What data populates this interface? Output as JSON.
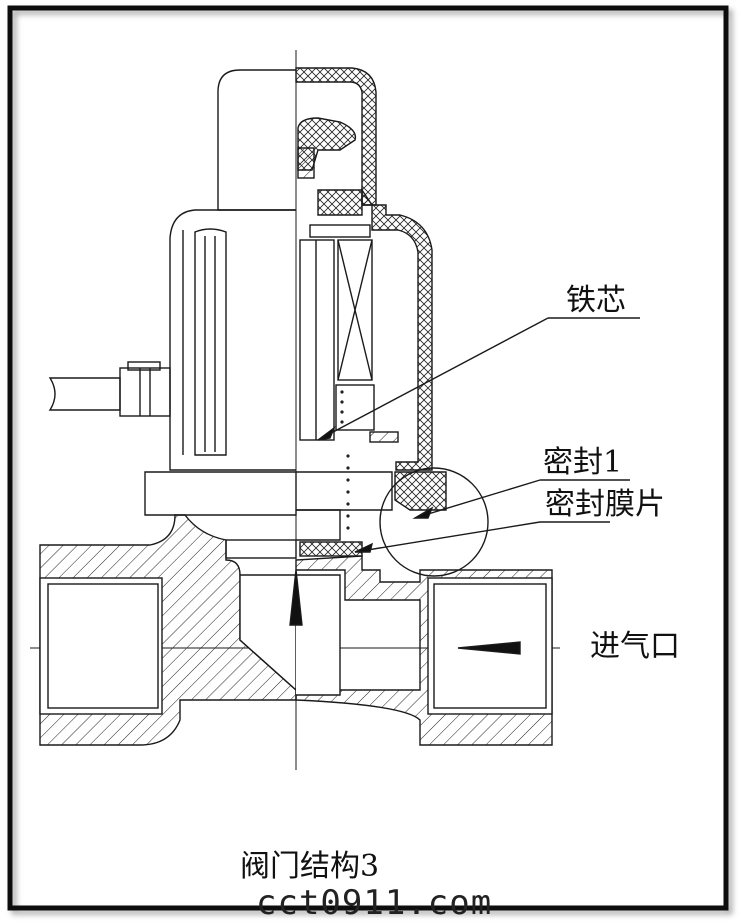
{
  "labels": {
    "iron_core": "铁芯",
    "seal_1": "密封1",
    "seal_diaphragm": "密封膜片",
    "gas_inlet": "进气口"
  },
  "caption": "阀门结构3",
  "watermark": "cct0911.com",
  "colors": {
    "line": "#1a1a1a",
    "background": "#ffffff",
    "frame": "#111111"
  }
}
